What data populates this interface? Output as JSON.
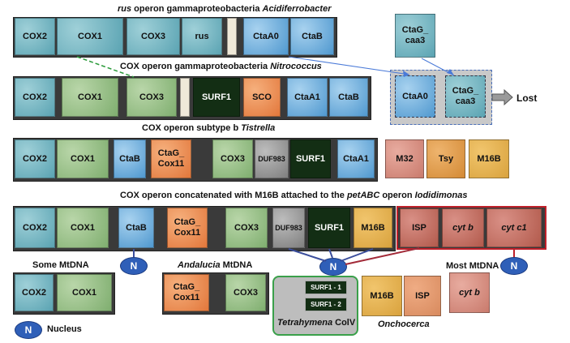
{
  "titles": {
    "row1": {
      "pre": "rus",
      "mid": " operon gammaproteobacteria ",
      "org": "Acidiferrobacter"
    },
    "row2": {
      "pre": "COX operon gammaproteobacteria ",
      "org": "Nitrococcus"
    },
    "row3": {
      "pre": "COX operon subtype b ",
      "org": "Tistrella"
    },
    "row4": {
      "pre": "COX operon concatenated with M16B attached to the ",
      "mid": "petABC",
      "post": " operon ",
      "org": "Iodidimonas"
    }
  },
  "row1": [
    "COX2",
    "COX1",
    "COX3",
    "rus",
    "CtaA0",
    "CtaB"
  ],
  "row1_side": "CtaG_ caa3",
  "row2": [
    "COX2",
    "COX1",
    "COX3",
    "SURF1",
    "SCO",
    "CtaA1",
    "CtaB"
  ],
  "lost_box": {
    "left": "CtaA0",
    "right": "CtaG_ caa3",
    "arrow_label": "Lost"
  },
  "row3": [
    "COX2",
    "COX1",
    "CtaB",
    "CtaG_ Cox11",
    "COX3",
    "DUF983",
    "SURF1",
    "CtaA1"
  ],
  "row3_side": [
    "M32",
    "Tsy",
    "M16B"
  ],
  "row4": [
    "COX2",
    "COX1",
    "CtaB",
    "CtaG_ Cox11",
    "COX3",
    "DUF983",
    "SURF1",
    "M16B"
  ],
  "row4_pet": [
    "ISP",
    "cyt b",
    "cyt c1"
  ],
  "nucleus_label": "N",
  "bottom": {
    "some_mtdna": {
      "title": "Some MtDNA",
      "genes": [
        "COX2",
        "COX1"
      ]
    },
    "andalucia": {
      "org": "Andalucia",
      "suffix": " MtDNA",
      "genes": [
        "CtaG_ Cox11",
        "COX3"
      ]
    },
    "tetrahymena": {
      "org": "Tetrahymena",
      "suffix": " ColV",
      "genes": [
        "SURF1 - 1",
        "SURF1 - 2"
      ]
    },
    "onchocerca": {
      "title": "Onchocerca",
      "genes": [
        "M16B",
        "ISP"
      ]
    },
    "most_mtdna": {
      "title": "Most MtDNA",
      "genes": [
        "cyt b"
      ]
    }
  },
  "legend": {
    "symbol": "N",
    "label": "Nucleus"
  }
}
